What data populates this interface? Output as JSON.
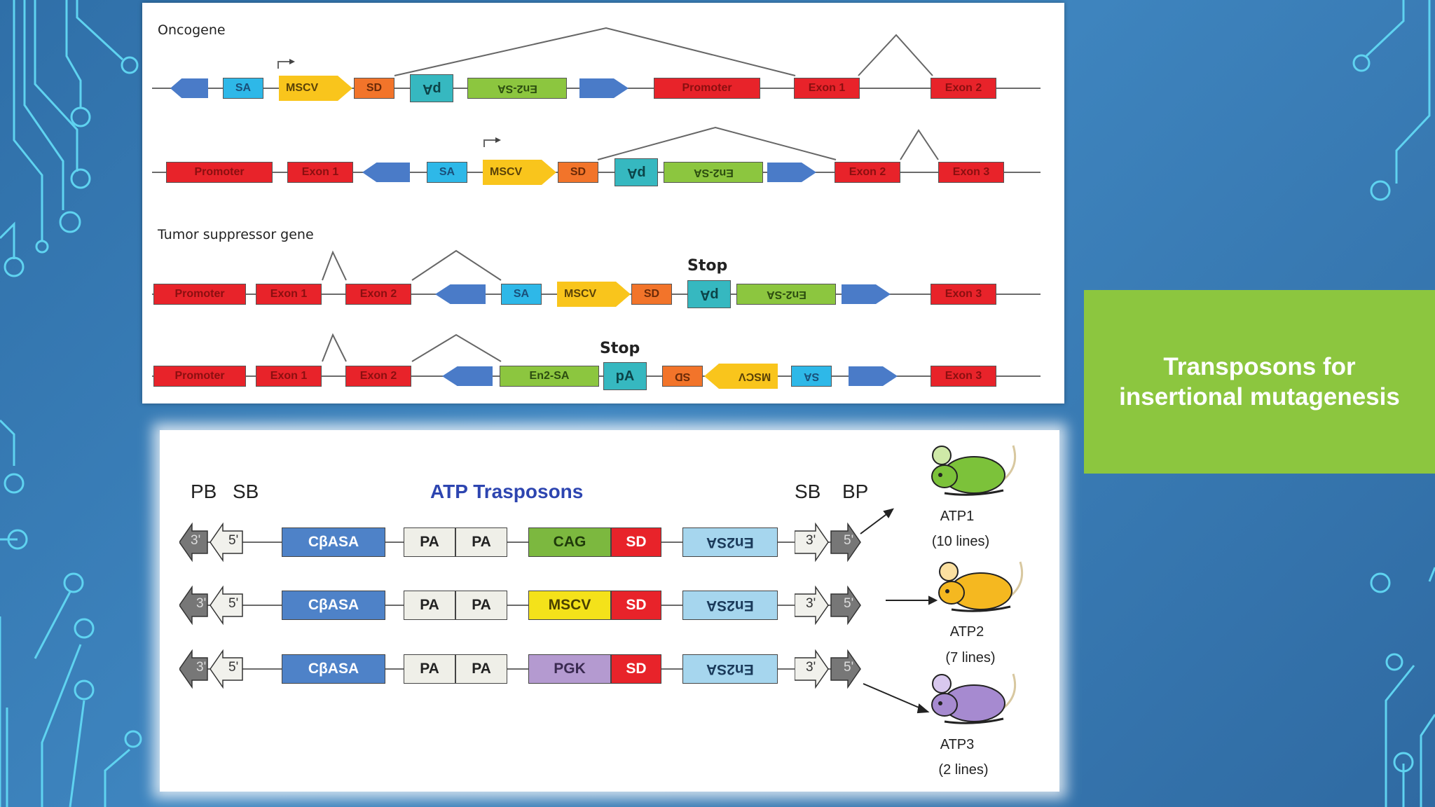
{
  "colors": {
    "background": "#3a7fbb",
    "circuit": "#5fd3f0",
    "exon_red": "#e8232a",
    "splice_acceptor": "#2eb8e8",
    "splice_donor": "#f2742a",
    "mscv_yellow": "#f9c51c",
    "en2_green": "#8cc63f",
    "polyA_teal": "#36b8c0",
    "side_box_green": "#8cc63f",
    "atp_title_blue": "#2d45b0"
  },
  "top_panel": {
    "oncogene_title": "Oncogene",
    "tumor_title": "Tumor suppressor gene",
    "stop_label": "Stop",
    "labels": {
      "promoter": "Promoter",
      "exon1": "Exon 1",
      "exon2": "Exon 2",
      "exon3": "Exon 3",
      "sa": "SA",
      "sd": "SD",
      "mscv": "MSCV",
      "en2sa": "En2-SA",
      "polya": "pA"
    }
  },
  "bottom_panel": {
    "title": "ATP Trasposons",
    "pb": "PB",
    "sb_left": "SB",
    "sb_right": "SB",
    "bp": "BP",
    "three_prime": "3'",
    "five_prime": "5'",
    "cbasa": "CβASA",
    "pa": "PA",
    "sd": "SD",
    "en2sa": "En2SA",
    "rows": [
      {
        "promoter": "CAG"
      },
      {
        "promoter": "MSCV"
      },
      {
        "promoter": "PGK"
      }
    ],
    "mice": [
      {
        "name": "ATP1",
        "lines": "(10 lines)",
        "color": "#7cc23a"
      },
      {
        "name": "ATP2",
        "lines": "(7 lines)",
        "color": "#f5b820"
      },
      {
        "name": "ATP3",
        "lines": "(2 lines)",
        "color": "#a68ad0"
      }
    ]
  },
  "side_box": {
    "line1": "Transposons for",
    "line2": "insertional mutagenesis"
  }
}
